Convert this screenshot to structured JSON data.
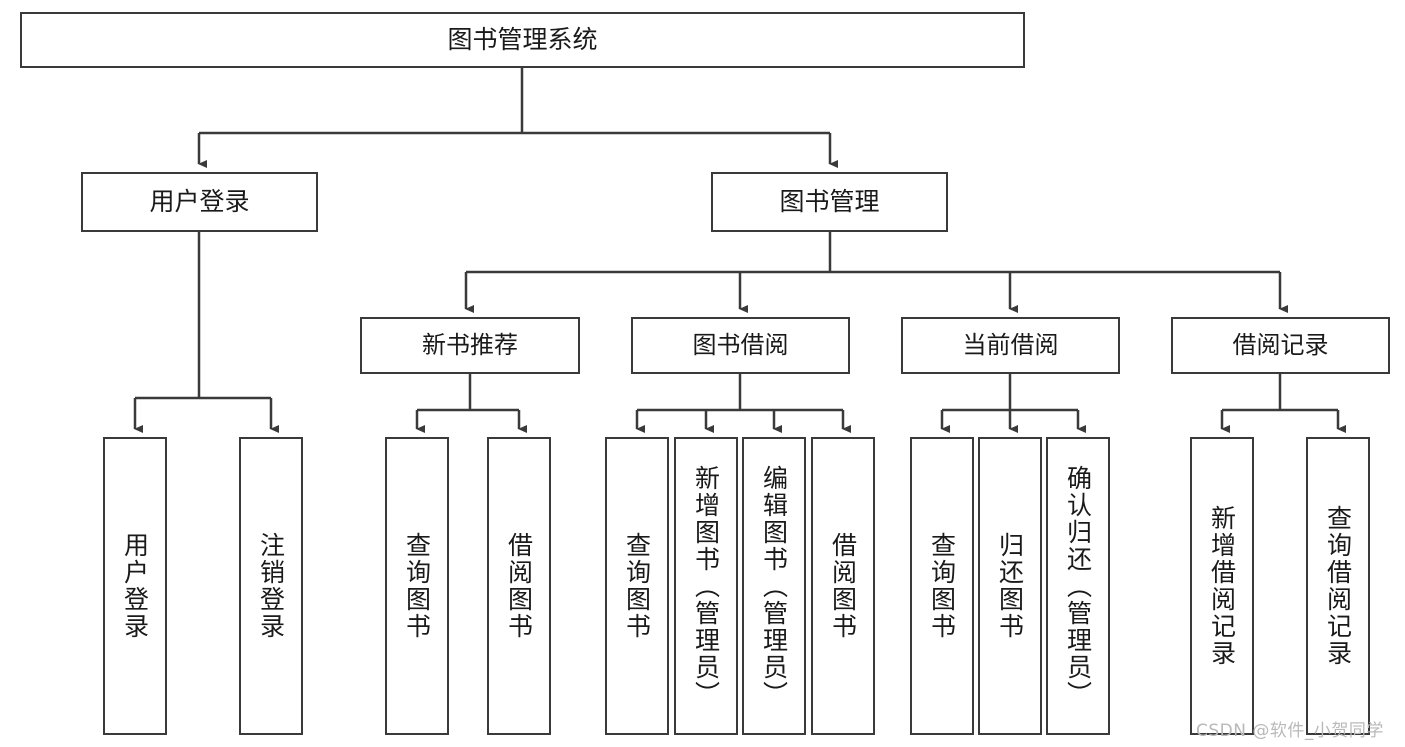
{
  "diagram": {
    "title": "图书管理系统",
    "root": {
      "id": "root",
      "label": "图书管理系统"
    },
    "level2": [
      {
        "id": "user-login",
        "label": "用户登录"
      },
      {
        "id": "book-management",
        "label": "图书管理"
      }
    ],
    "level3": [
      {
        "id": "new-book-recommend",
        "label": "新书推荐"
      },
      {
        "id": "book-borrow",
        "label": "图书借阅"
      },
      {
        "id": "current-borrow",
        "label": "当前借阅"
      },
      {
        "id": "borrow-record",
        "label": "借阅记录"
      }
    ],
    "leaves": {
      "user_login": [
        {
          "id": "leaf-user-login",
          "label": "用户登录"
        },
        {
          "id": "leaf-logout-login",
          "label": "注销登录"
        }
      ],
      "new_book_recommend": [
        {
          "id": "leaf-query-book-1",
          "label": "查询图书"
        },
        {
          "id": "leaf-borrow-book-1",
          "label": "借阅图书"
        }
      ],
      "book_borrow": [
        {
          "id": "leaf-query-book-2",
          "label": "查询图书"
        },
        {
          "id": "leaf-add-book",
          "label": "新增图书（管理员）"
        },
        {
          "id": "leaf-edit-book",
          "label": "编辑图书（管理员）"
        },
        {
          "id": "leaf-borrow-book-2",
          "label": "借阅图书"
        }
      ],
      "current_borrow": [
        {
          "id": "leaf-query-book-3",
          "label": "查询图书"
        },
        {
          "id": "leaf-return-book",
          "label": "归还图书"
        },
        {
          "id": "leaf-confirm-return",
          "label": "确认归还（管理员）"
        }
      ],
      "borrow_record": [
        {
          "id": "leaf-add-record",
          "label": "新增借阅记录"
        },
        {
          "id": "leaf-query-record",
          "label": "查询借阅记录"
        }
      ]
    }
  },
  "watermark": {
    "text": "CSDN @软件_小贺同学"
  },
  "colors": {
    "border": "#3a3a3a",
    "text": "#1a1a1a",
    "background": "#ffffff",
    "watermark": "#b9b9b9"
  }
}
